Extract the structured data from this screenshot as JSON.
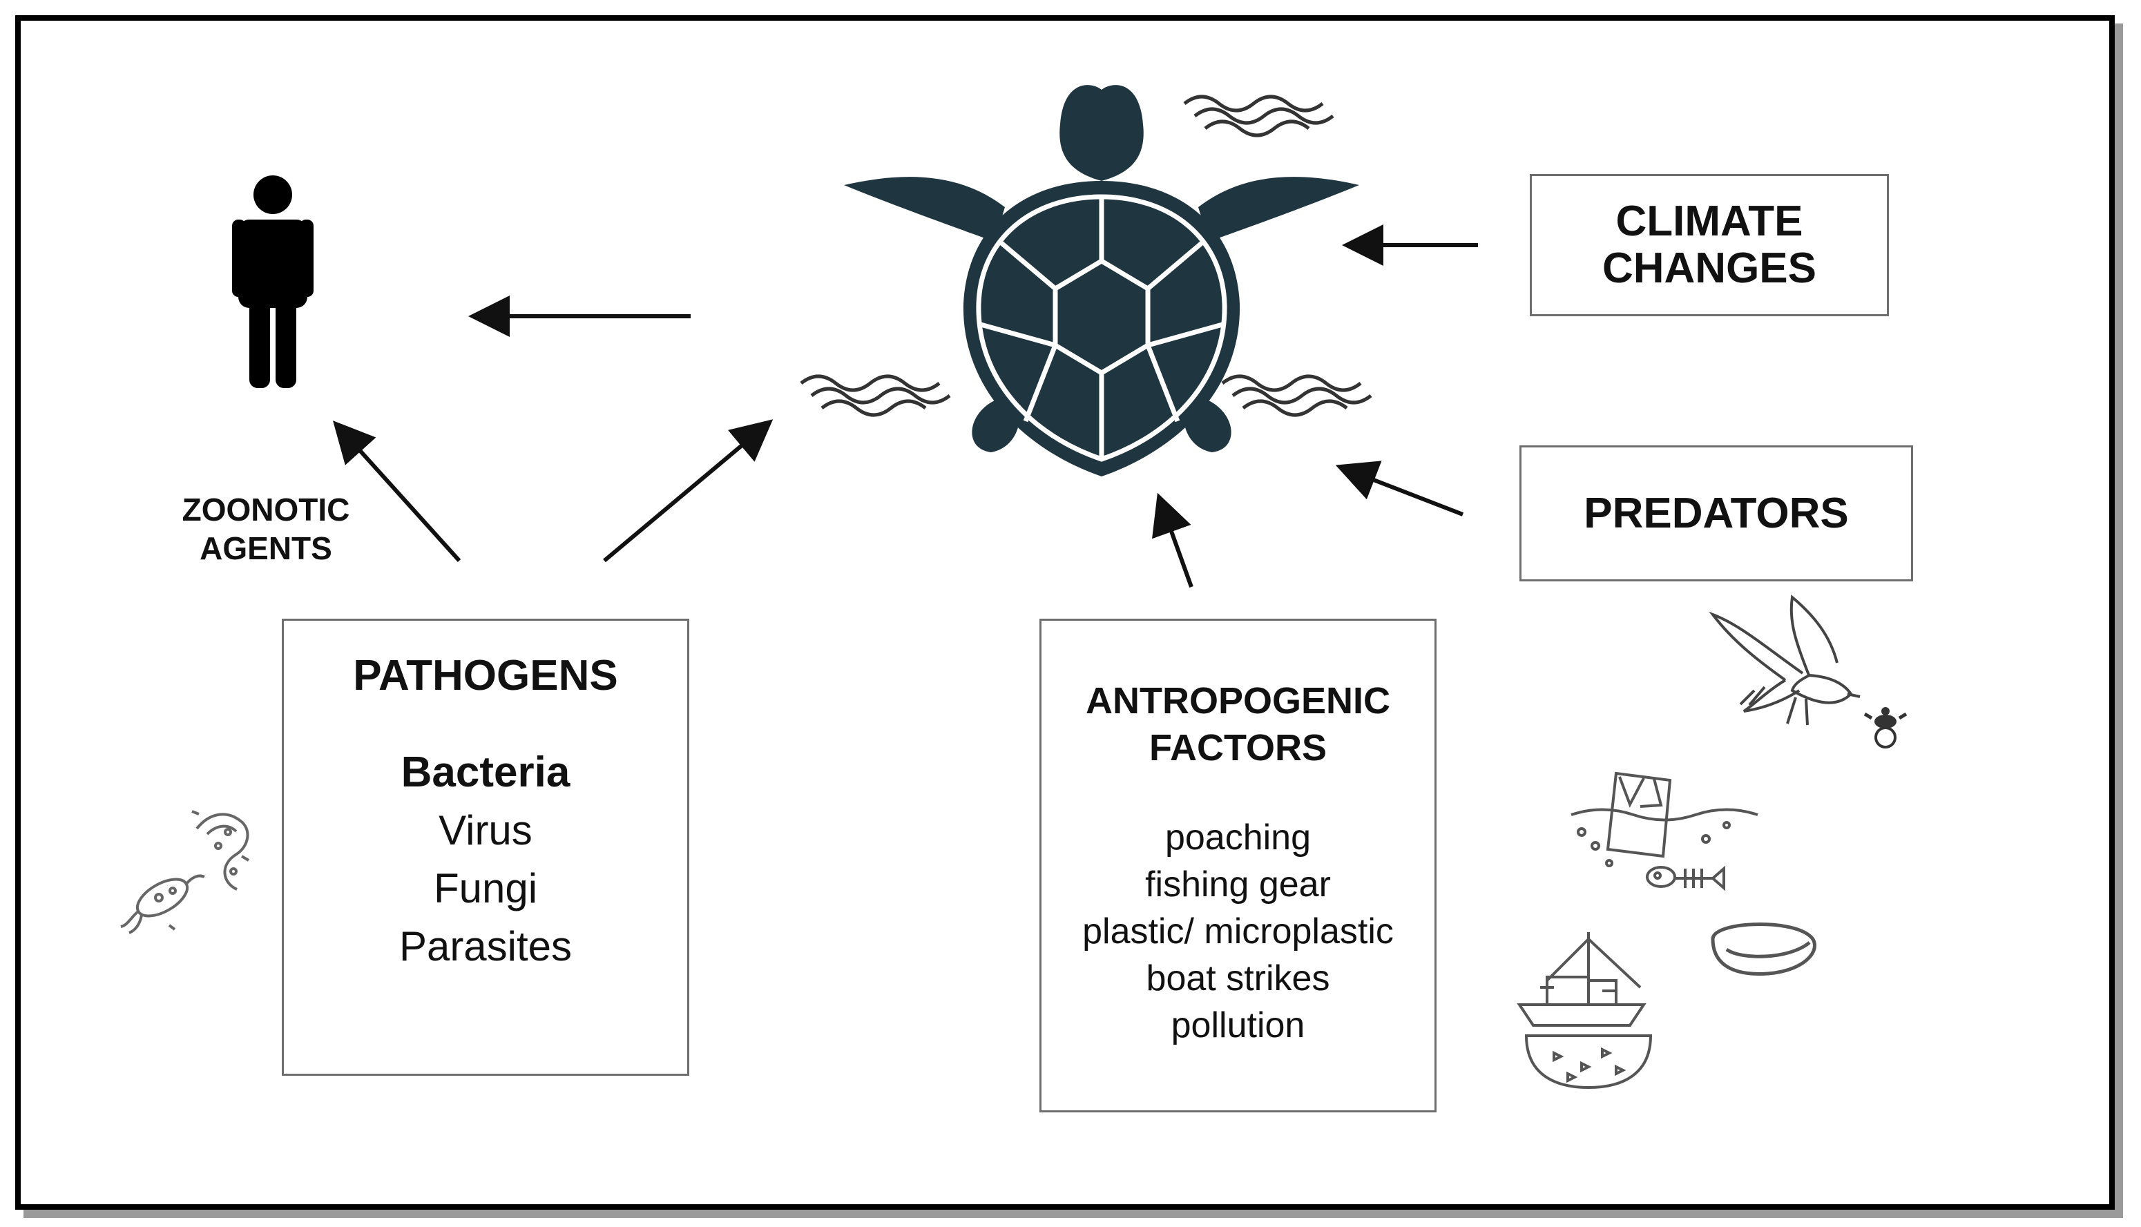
{
  "labels": {
    "zoonotic": [
      "ZOONOTIC",
      "AGENTS"
    ],
    "climate": [
      "CLIMATE",
      "CHANGES"
    ],
    "predators": "PREDATORS"
  },
  "pathogens": {
    "title": "PATHOGENS",
    "items": [
      "Bacteria",
      "Virus",
      "Fungi",
      "Parasites"
    ]
  },
  "antropogenic": {
    "title": [
      "ANTROPOGENIC",
      "FACTORS"
    ],
    "items": [
      "poaching",
      "fishing gear",
      "plastic/ microplastic",
      "boat strikes",
      "pollution"
    ]
  },
  "icons": [
    "human-figure-icon",
    "sea-turtle-icon",
    "wave-icon",
    "bacteria-icon",
    "seagull-icon",
    "hatchling-icon",
    "plastic-bag-icon",
    "fish-skeleton-icon",
    "fishing-boat-icon",
    "net-icon"
  ],
  "colors": {
    "turtle": "#1f3540",
    "stroke": "#111111",
    "box_border": "#6e6e6e"
  }
}
